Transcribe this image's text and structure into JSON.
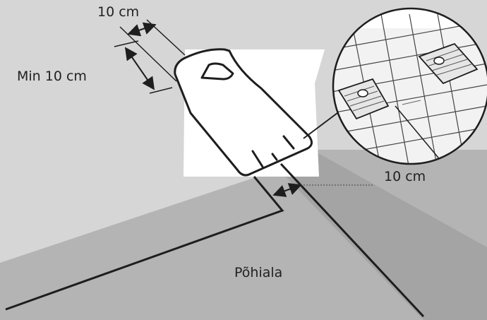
{
  "labels": {
    "top_dimension": "10 cm",
    "min_dimension": "Min 10 cm",
    "right_dimension": "10 cm",
    "main_area": "Põhiala"
  },
  "colors": {
    "background": "#ffffff",
    "ground": "#d6d6d6",
    "main_area": "#b4b4b4",
    "line": "#1e1e1e",
    "station": "#ffffff"
  }
}
